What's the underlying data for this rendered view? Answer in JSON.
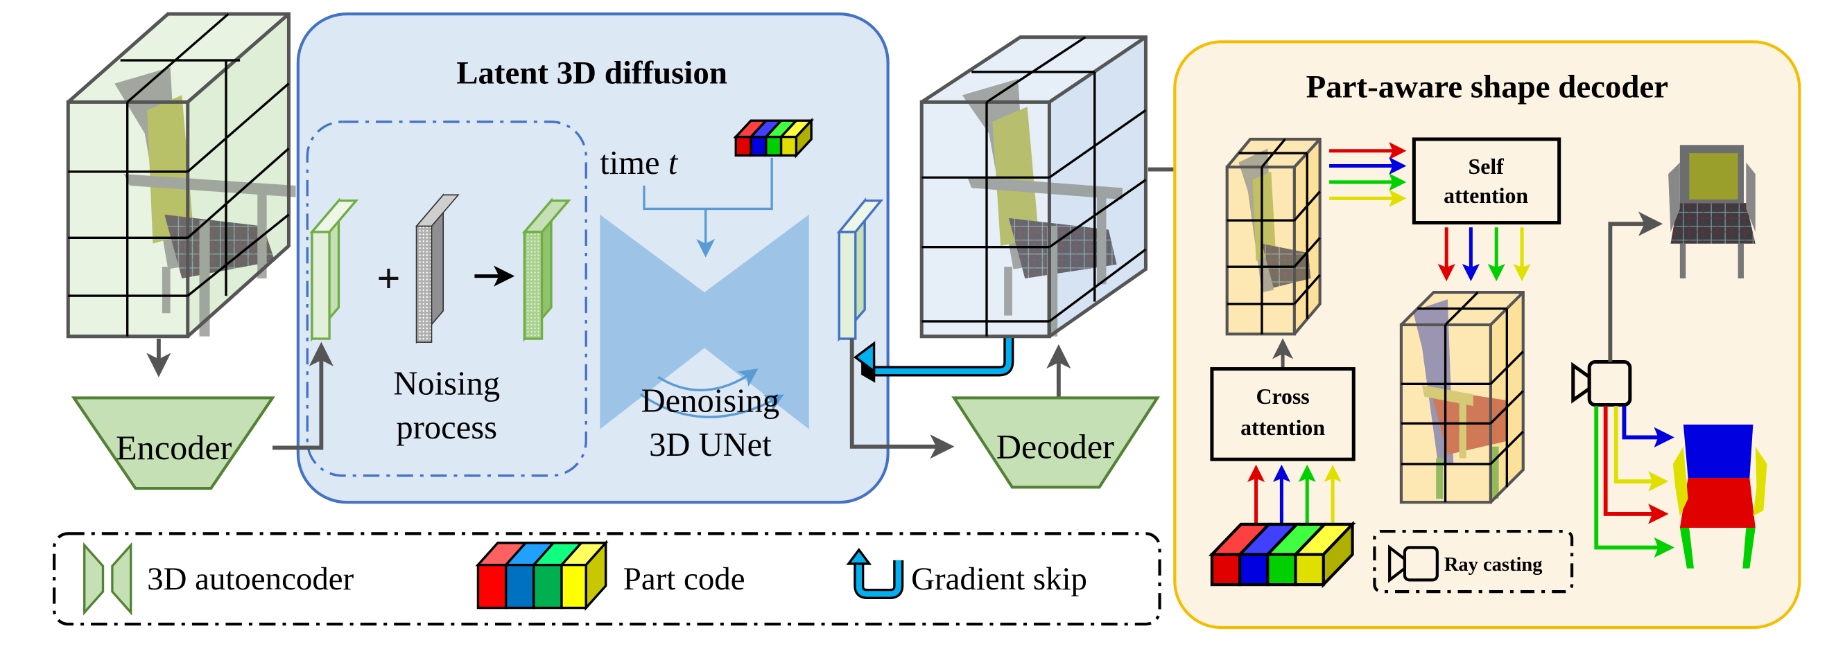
{
  "latent_diffusion": {
    "title": "Latent 3D diffusion",
    "time_label": "time",
    "time_var": "t",
    "noising_label_1": "Noising",
    "noising_label_2": "process",
    "unet_label_1": "Denoising",
    "unet_label_2": "3D UNet"
  },
  "encoder": {
    "label": "Encoder"
  },
  "decoder": {
    "label": "Decoder"
  },
  "part_decoder": {
    "title": "Part-aware shape decoder",
    "self_attention_1": "Self",
    "self_attention_2": "attention",
    "cross_attention_1": "Cross",
    "cross_attention_2": "attention",
    "ray_casting_label": "Ray casting"
  },
  "legend": {
    "autoencoder_label": "3D autoencoder",
    "part_code_label": "Part code",
    "gradient_skip_label": "Gradient skip"
  },
  "colors": {
    "diffusion_box_fill": "#dde8f5",
    "diffusion_box_stroke": "#4472c4",
    "decoder_box_fill": "#fdf3e2",
    "decoder_box_stroke": "#f5bd00",
    "autoencoder_fill": "#c5e0b4",
    "autoencoder_stroke": "#548235",
    "gradient_skip": "#00b0f0",
    "arrow_gray": "#555555",
    "part_red": "#e00000",
    "part_blue": "#0000e0",
    "part_green": "#00d000",
    "part_yellow": "#e0e000"
  }
}
